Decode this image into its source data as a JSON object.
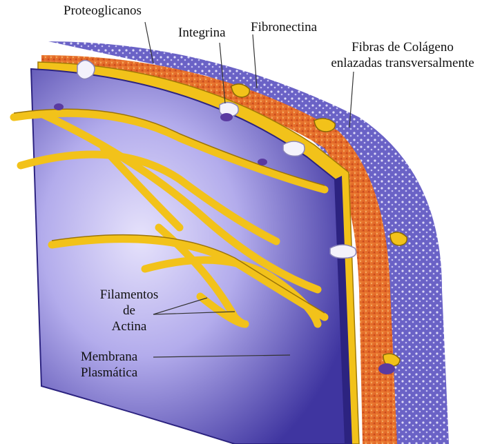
{
  "labels": {
    "proteoglicanos": "Proteoglicanos",
    "integrina": "Integrina",
    "fibronectina": "Fibronectina",
    "fibras_line1": "Fibras de Colágeno",
    "fibras_line2": "enlazadas transversalmente",
    "filamentos_line1": "Filamentos",
    "filamentos_line2": "de",
    "filamentos_line3": "Actina",
    "membrana_line1": "Membrana",
    "membrana_line2": "Plasmática"
  },
  "colors": {
    "membrane_blue": "#4a3fa6",
    "actin_yellow": "#f2c21a",
    "collagen_orange": "#e0702a",
    "matrix_lavender": "#8b84d8"
  }
}
